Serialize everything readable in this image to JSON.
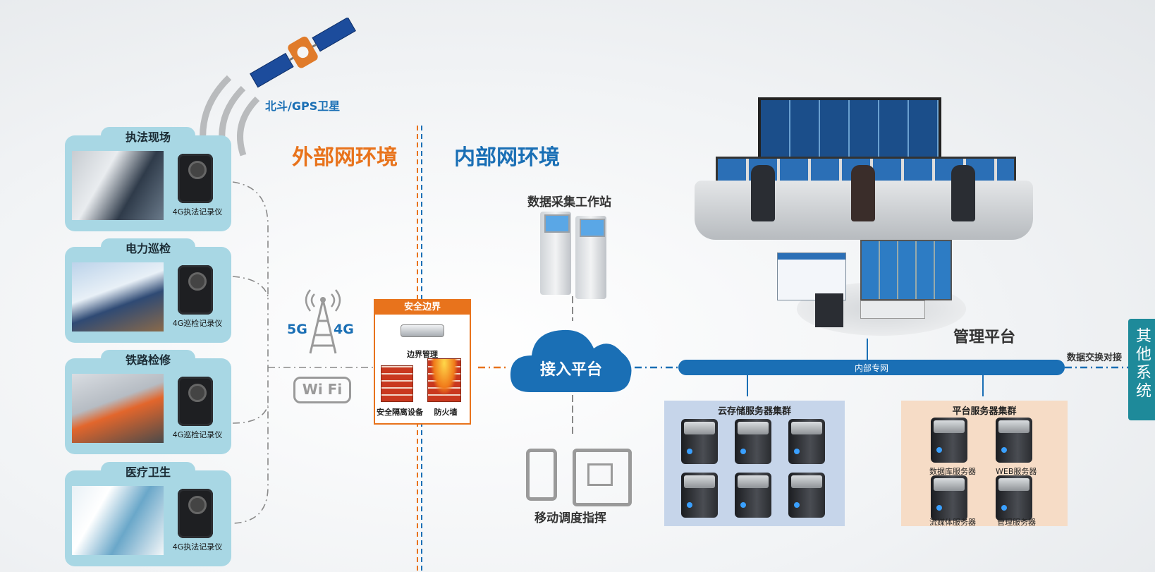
{
  "satellite": {
    "label": "北斗/GPS卫星"
  },
  "networks": {
    "external": "外部网环境",
    "internal": "内部网环境"
  },
  "scenes": [
    {
      "title": "执法现场",
      "device": "4G执法记录仪"
    },
    {
      "title": "电力巡检",
      "device": "4G巡检记录仪"
    },
    {
      "title": "铁路检修",
      "device": "4G巡检记录仪"
    },
    {
      "title": "医疗卫生",
      "device": "4G执法记录仪"
    }
  ],
  "wireless": {
    "g5": "5G",
    "g4": "4G",
    "wifi": "Wi Fi"
  },
  "security": {
    "title": "安全边界",
    "border_mgmt": "边界管理",
    "isolation": "安全隔离设备",
    "firewall": "防火墙"
  },
  "cloud": {
    "label": "接入平台"
  },
  "workstation": {
    "label": "数据采集工作站"
  },
  "mobile": {
    "label": "移动调度指挥"
  },
  "management": {
    "label": "管理平台"
  },
  "intranet": {
    "label": "内部专网"
  },
  "exchange": {
    "label": "数据交换对接"
  },
  "other_system": {
    "label": "其他系统"
  },
  "cloud_storage": {
    "title": "云存储服务器集群"
  },
  "platform_cluster": {
    "title": "平台服务器集群",
    "servers": [
      "数据库服务器",
      "WEB服务器",
      "流媒体服务器",
      "管理服务器"
    ]
  },
  "colors": {
    "orange": "#e8731c",
    "blue": "#1a6fb5",
    "card": "#a8d7e4",
    "storage_bg": "#c6d5ea",
    "platform_bg": "#f6dcc6"
  }
}
